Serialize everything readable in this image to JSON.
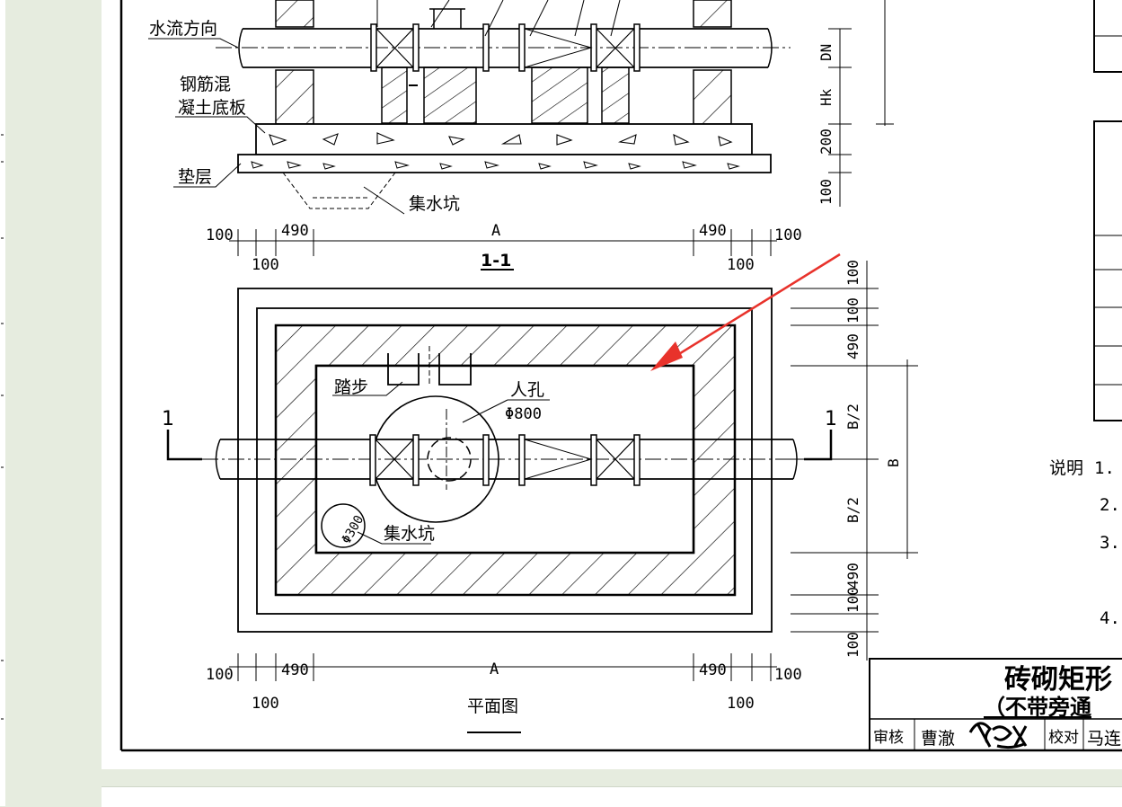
{
  "section": {
    "flow_direction": "水流方向",
    "rc_base_line1": "钢筋混",
    "rc_base_line2": "凝土底板",
    "cushion": "垫层",
    "sump": "集水坑",
    "title": "1-1"
  },
  "plan": {
    "steps": "踏步",
    "manhole": "人孔",
    "manhole_dia": "Φ800",
    "sump": "集水坑",
    "sump_dia": "Φ300",
    "title": "平面图",
    "cut_mark": "1"
  },
  "dims": {
    "d100": "100",
    "d490": "490",
    "A": "A",
    "B": "B",
    "B2": "B/2",
    "DN": "DN",
    "Hk": "Hk",
    "d200": "200"
  },
  "notes": {
    "label": "说明",
    "items": [
      "1.",
      "2.",
      "3.",
      "4."
    ]
  },
  "title_block": {
    "title_main": "砖砌矩形",
    "title_sub": "（不带旁通",
    "review_label": "审核",
    "reviewer": "曹澈",
    "check_label": "校对",
    "checker": "马连"
  },
  "colors": {
    "line": "#000000",
    "arrow": "#e8322b",
    "background": "#e6ecdf",
    "paper": "#ffffff"
  }
}
